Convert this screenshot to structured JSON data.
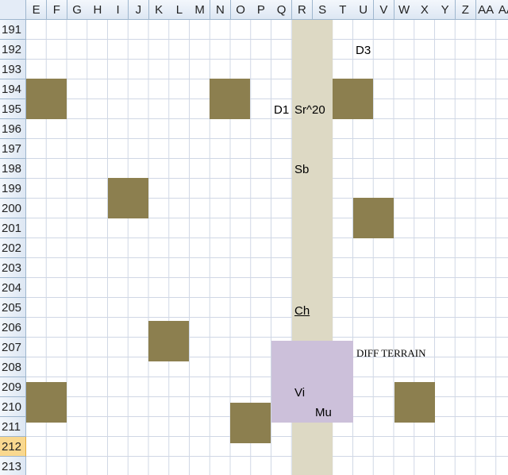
{
  "columns": [
    "E",
    "F",
    "G",
    "H",
    "I",
    "J",
    "K",
    "L",
    "M",
    "N",
    "O",
    "P",
    "Q",
    "R",
    "S",
    "T",
    "U",
    "V",
    "W",
    "X",
    "Y",
    "Z",
    "AA",
    "AA"
  ],
  "rows": [
    "191",
    "192",
    "193",
    "194",
    "195",
    "196",
    "197",
    "198",
    "199",
    "200",
    "201",
    "202",
    "203",
    "204",
    "205",
    "206",
    "207",
    "208",
    "209",
    "210",
    "211",
    "212",
    "213"
  ],
  "selected_row": "212",
  "cells": {
    "d3": "D3",
    "d1": "D1",
    "sr20": "Sr^20",
    "sb": "Sb",
    "ch": "Ch",
    "diff_terrain": "DIFF TERRAIN",
    "vi": "Vi",
    "mu": "Mu"
  },
  "colors": {
    "block_fill": "#8c7f4f",
    "band_fill": "#ddd9c4",
    "terrain_fill": "#ccc0da",
    "selected_row_header": "#f9d88f",
    "header_fill": "#e4ecf7",
    "gridline": "#d0d7e5"
  }
}
